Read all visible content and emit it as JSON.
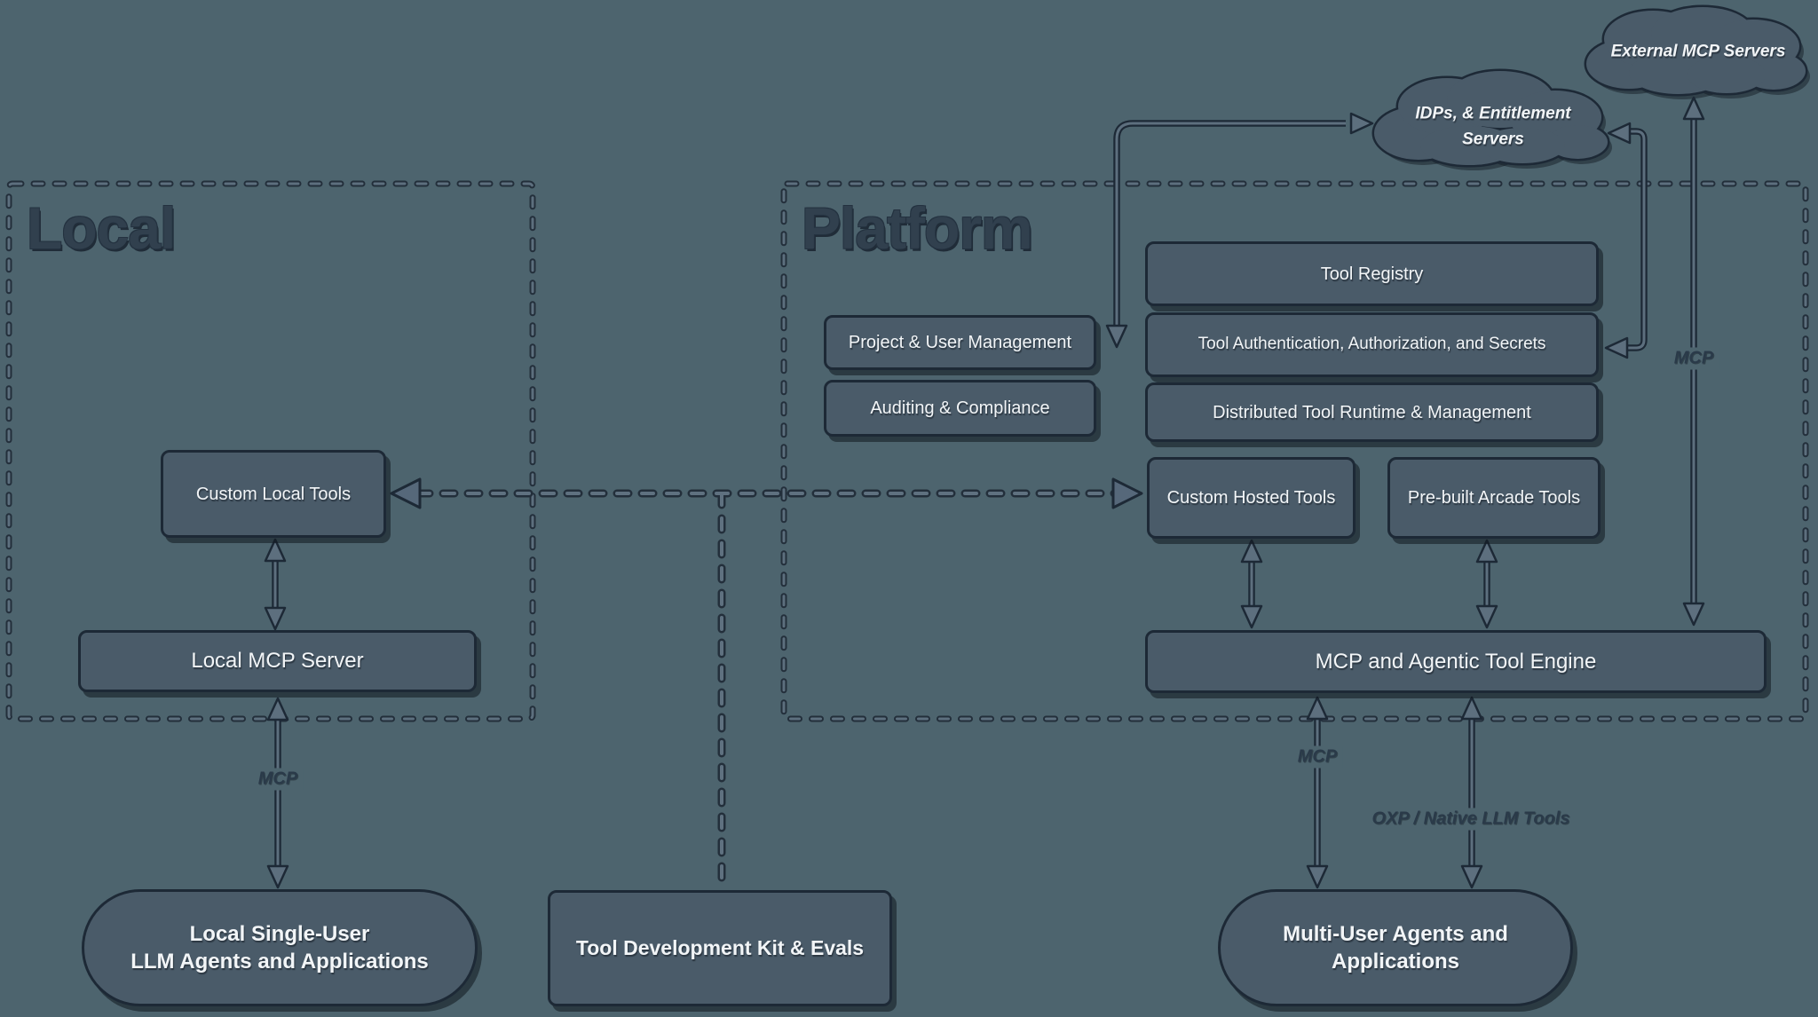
{
  "colors": {
    "background": "#4d646e",
    "node_fill": "#4a5b69",
    "node_border": "#1d2936",
    "node_text": "#f2f5f7",
    "container_title_text": "#31404e",
    "arrow_fill": "#5d6f7e",
    "edge_label_text": "#2a3a49"
  },
  "containers": {
    "local": {
      "title": "Local"
    },
    "platform": {
      "title": "Platform"
    }
  },
  "nodes": {
    "custom_local_tools": {
      "label": "Custom Local Tools"
    },
    "local_mcp_server": {
      "label": "Local MCP Server"
    },
    "local_agents": {
      "line1": "Local Single-User",
      "line2": "LLM Agents and Applications"
    },
    "tool_dev_kit": {
      "label": "Tool Development Kit & Evals"
    },
    "project_user_mgmt": {
      "label": "Project & User Management"
    },
    "auditing_compliance": {
      "label": "Auditing & Compliance"
    },
    "tool_registry": {
      "label": "Tool Registry"
    },
    "tool_auth": {
      "label": "Tool Authentication, Authorization, and Secrets"
    },
    "distributed_runtime": {
      "label": "Distributed Tool Runtime & Management"
    },
    "custom_hosted_tools": {
      "label": "Custom Hosted Tools"
    },
    "prebuilt_arcade_tools": {
      "label": "Pre-built Arcade Tools"
    },
    "mcp_engine": {
      "label": "MCP and Agentic Tool Engine"
    },
    "multi_user_agents": {
      "line1": "Multi-User Agents and",
      "line2": "Applications"
    }
  },
  "clouds": {
    "external_mcp": {
      "label": "External MCP Servers"
    },
    "idps": {
      "line1": "IDPs, & Entitlement",
      "line2": "Servers"
    }
  },
  "edge_labels": {
    "local_mcp": "MCP",
    "external_mcp": "MCP",
    "multi_user_mcp": "MCP",
    "oxp": "OXP / Native LLM Tools"
  }
}
